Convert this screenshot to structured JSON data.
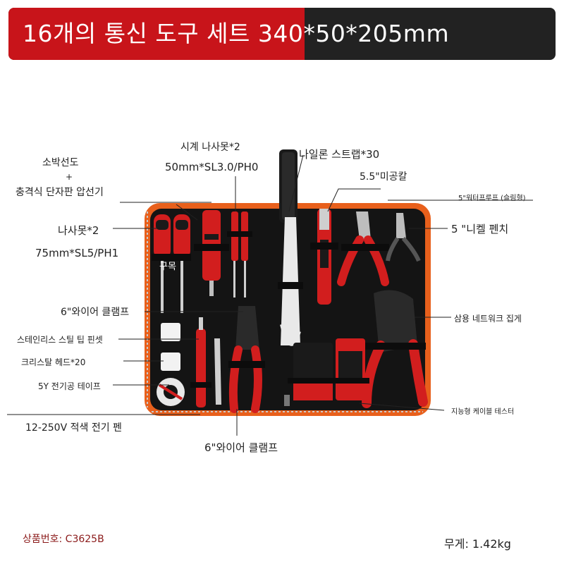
{
  "banner": {
    "title": "16개의 통신 도구 세트 340*50*205mm"
  },
  "labels": {
    "wire_cutter_line1": "소박선도",
    "wire_cutter_plus": "+",
    "wire_cutter_line2": "충격식 단자판 압선기",
    "watch_screwdriver_line1": "시계 나사못*2",
    "watch_screwdriver_line2": "50mm*SL3.0/PH0",
    "nylon_strap": "나일론 스트랩*30",
    "utility_knife": "5.5\"미공칼",
    "water_pump_pliers": "5\"워터프루프 (슬림형)",
    "nickel_pliers": "5 \"니켈 펜치",
    "screwdriver_line1": "나사못*2",
    "screwdriver_line2": "75mm*SL5/PH1",
    "wire_clamp_top": "6\"와이어 클램프",
    "crimper": "삼용 네트워크 집게",
    "stainless_tweezers": "스테인리스 스틸 팁 핀셋",
    "crystal_heads": "크리스탈 헤드*20",
    "electrical_tape": "5Y 전기공 테이프",
    "cable_tester": "지능형 케이블 테스터",
    "voltage_pen": "12-250V 적색 전기 펜",
    "wire_clamp_bottom": "6\"와이어 클램프",
    "handle_print": "구목"
  },
  "footer": {
    "product_code": "상품번호: C3625B",
    "weight": "무게: 1.42kg"
  },
  "colors": {
    "banner_red": "#c8141a",
    "banner_dark": "#222222",
    "case_orange": "#e8601c",
    "case_black": "#111111",
    "tool_red": "#d21e1e",
    "footer_red": "#8b1a1a"
  }
}
